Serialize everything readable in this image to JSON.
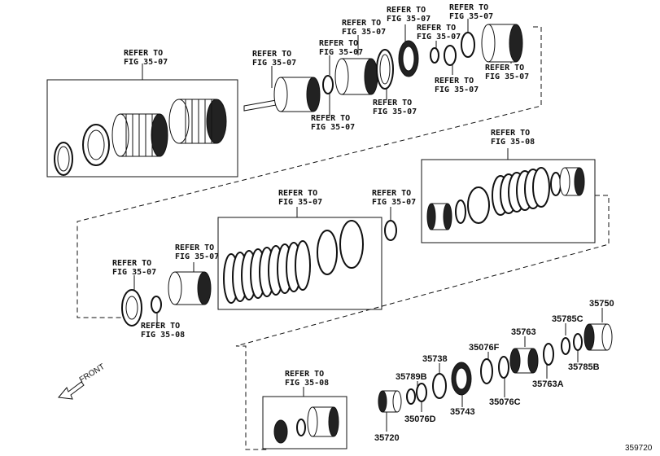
{
  "diagram": {
    "refer_labels": [
      {
        "line1": "REFER TO",
        "line2": "FIG 35-07"
      },
      {
        "line1": "REFER TO",
        "line2": "FIG 35-07"
      },
      {
        "line1": "REFER TO",
        "line2": "FIG 35-07"
      },
      {
        "line1": "REFER TO",
        "line2": "FIG 35-07"
      },
      {
        "line1": "REFER TO",
        "line2": "FIG 35-07"
      },
      {
        "line1": "REFER TO",
        "line2": "FIG 35-07"
      },
      {
        "line1": "REFER TO",
        "line2": "FIG 35-07"
      },
      {
        "line1": "REFER TO",
        "line2": "FIG 35-07"
      },
      {
        "line1": "REFER TO",
        "line2": "FIG 35-07"
      },
      {
        "line1": "REFER TO",
        "line2": "FIG 35-07"
      },
      {
        "line1": "REFER TO",
        "line2": "FIG 35-08"
      },
      {
        "line1": "REFER TO",
        "line2": "FIG 35-07"
      },
      {
        "line1": "REFER TO",
        "line2": "FIG 35-07"
      },
      {
        "line1": "REFER TO",
        "line2": "FIG 35-07"
      },
      {
        "line1": "REFER TO",
        "line2": "FIG 35-07"
      },
      {
        "line1": "REFER TO",
        "line2": "FIG 35-07"
      },
      {
        "line1": "REFER TO",
        "line2": "FIG 35-08"
      }
    ],
    "part_numbers": [
      "35750",
      "35785C",
      "35763",
      "35785B",
      "35763A",
      "35076F",
      "35738",
      "35789B",
      "35076C",
      "35743",
      "35076D",
      "35720"
    ],
    "front_label": "FRONT",
    "diagram_id": "359720"
  }
}
